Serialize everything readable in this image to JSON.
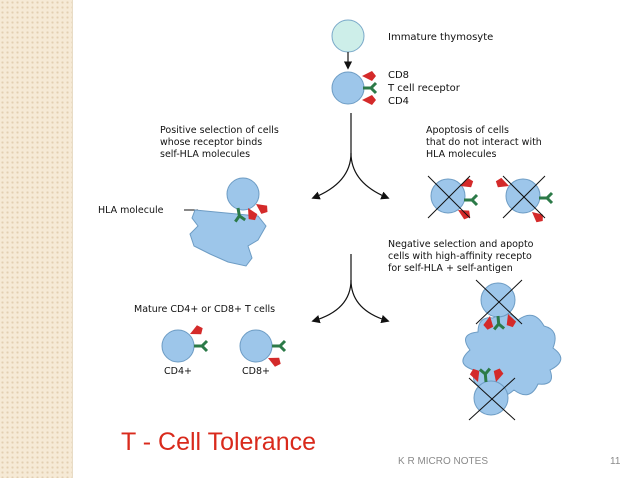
{
  "slide": {
    "title": "T - Cell Tolerance",
    "footer": "K R MICRO NOTES",
    "page_number": "11"
  },
  "diagram": {
    "immature_label": "Immature thymosyte",
    "cd8_label": "CD8",
    "tcr_label": "T cell receptor",
    "cd4_label": "CD4",
    "positive_selection": [
      "Positive selection of cells",
      "whose receptor binds",
      "self-HLA molecules"
    ],
    "apoptosis": [
      "Apoptosis of cells",
      "that do not interact with",
      "HLA molecules"
    ],
    "hla_label": "HLA molecule",
    "negative_selection": [
      "Negative selection and apopto",
      "cells with high-affinity recepto",
      "for self-HLA + self-antigen"
    ],
    "mature_label": "Mature CD4+ or CD8+ T cells",
    "cd4_plus": "CD4+",
    "cd8_plus": "CD8+"
  },
  "colors": {
    "cell_fill": "#9dc6ea",
    "immature_fill": "#cdeee9",
    "receptor_red": "#d42a2a",
    "receptor_green": "#2c7a48",
    "title_red": "#d92a1c"
  }
}
